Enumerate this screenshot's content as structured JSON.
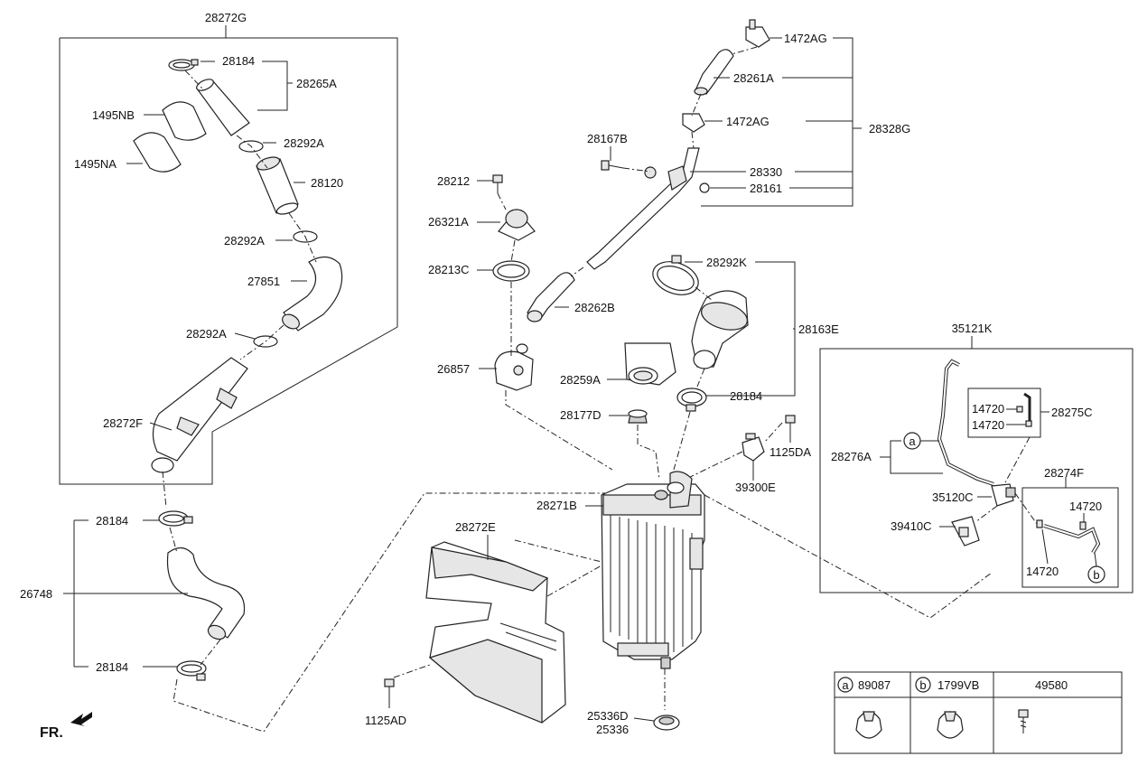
{
  "labels": {
    "l28272G": "28272G",
    "l28184_a": "28184",
    "l28265A": "28265A",
    "l1495NB": "1495NB",
    "l1495NA": "1495NA",
    "l28292A_a": "28292A",
    "l28120": "28120",
    "l28292A_b": "28292A",
    "l27851": "27851",
    "l28292A_c": "28292A",
    "l28272F": "28272F",
    "l28184_b": "28184",
    "l26748": "26748",
    "l28184_c": "28184",
    "lFR": "FR.",
    "l1472AG_a": "1472AG",
    "l28261A": "28261A",
    "l1472AG_b": "1472AG",
    "l28328G": "28328G",
    "l28167B": "28167B",
    "l28330": "28330",
    "l28161": "28161",
    "l28212": "28212",
    "l26321A": "26321A",
    "l28213C": "28213C",
    "l28262B": "28262B",
    "l26857": "26857",
    "l28292K": "28292K",
    "l28163E": "28163E",
    "l28259A": "28259A",
    "l28184_d": "28184",
    "l28177D": "28177D",
    "l1125DA": "1125DA",
    "l39300E": "39300E",
    "l28271B": "28271B",
    "l28272E": "28272E",
    "l1125AD": "1125AD",
    "l25336D": "25336D",
    "l25336": "25336",
    "l35121K": "35121K",
    "l14720_a": "14720",
    "l14720_b": "14720",
    "l28275C": "28275C",
    "l28276A": "28276A",
    "l28274F": "28274F",
    "l35120C": "35120C",
    "l14720_c": "14720",
    "l39410C": "39410C",
    "l14720_d": "14720",
    "call_a": "a",
    "call_b": "b",
    "call_a2": "a",
    "call_b2": "b"
  },
  "legend": {
    "a_code": "89087",
    "b_code": "1799VB",
    "c_code": "49580"
  }
}
